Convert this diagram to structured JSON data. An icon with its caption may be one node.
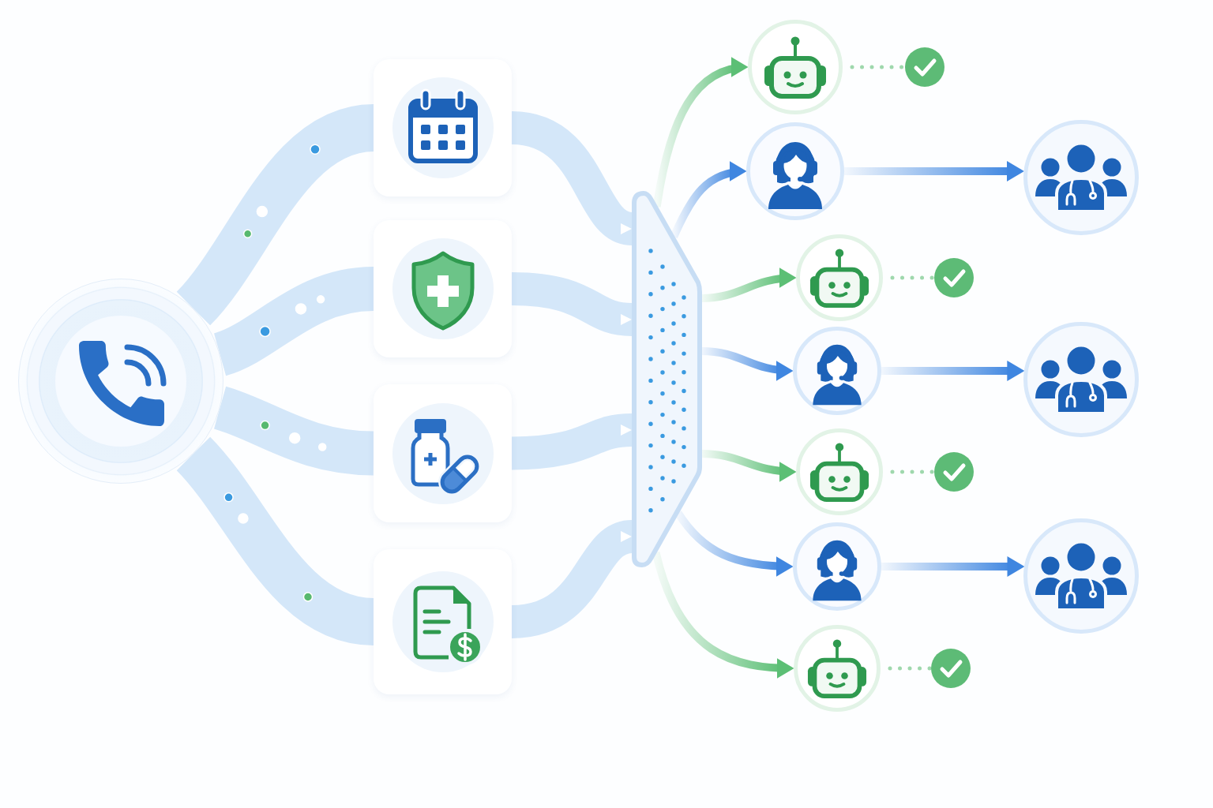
{
  "diagram": {
    "nodes": [
      {
        "text": [],
        "shape": "circle"
      },
      {
        "text": [],
        "shape": "box"
      },
      {
        "text": [],
        "shape": "box"
      },
      {
        "text": [],
        "shape": "box"
      },
      {
        "text": [],
        "shape": "box"
      },
      {
        "text": [],
        "shape": "bar"
      },
      {
        "text": [],
        "shape": "circle"
      },
      {
        "text": [],
        "shape": "circle"
      },
      {
        "text": [],
        "shape": "circle"
      },
      {
        "text": [],
        "shape": "circle"
      },
      {
        "text": [],
        "shape": "circle"
      },
      {
        "text": [],
        "shape": "circle"
      },
      {
        "text": [],
        "shape": "circle"
      },
      {
        "text": [],
        "shape": "circle"
      },
      {
        "text": [],
        "shape": "circle"
      },
      {
        "text": [],
        "shape": "circle"
      },
      {
        "text": [],
        "shape": "circle"
      },
      {
        "text": [],
        "shape": "circle"
      },
      {
        "text": [],
        "shape": "circle"
      },
      {
        "text": [],
        "shape": "circle"
      }
    ],
    "edges": [
      {
        "from": 0,
        "to": 1,
        "arrow": "none",
        "color": "#d4e7f9"
      },
      {
        "from": 0,
        "to": 2,
        "arrow": "none",
        "color": "#d4e7f9"
      },
      {
        "from": 0,
        "to": 3,
        "arrow": "none",
        "color": "#d4e7f9"
      },
      {
        "from": 0,
        "to": 4,
        "arrow": "none",
        "color": "#d4e7f9"
      },
      {
        "from": 1,
        "to": 5,
        "arrow": "to",
        "color": "#d4e7f9"
      },
      {
        "from": 2,
        "to": 5,
        "arrow": "to",
        "color": "#d4e7f9"
      },
      {
        "from": 3,
        "to": 5,
        "arrow": "to",
        "color": "#d4e7f9"
      },
      {
        "from": 4,
        "to": 5,
        "arrow": "to",
        "color": "#d4e7f9"
      },
      {
        "from": 5,
        "to": 6,
        "arrow": "to",
        "color": "#5cbf75"
      },
      {
        "from": 5,
        "to": 8,
        "arrow": "to"
      },
      {
        "from": 5,
        "to": 10,
        "arrow": "to",
        "color": "#5cbf75"
      },
      {
        "from": 5,
        "to": 12,
        "arrow": "to"
      },
      {
        "from": 5,
        "to": 14,
        "arrow": "to",
        "color": "#5cbf75"
      },
      {
        "from": 5,
        "to": 16,
        "arrow": "to"
      },
      {
        "from": 5,
        "to": 18,
        "arrow": "to",
        "color": "#5cbf75"
      },
      {
        "from": 6,
        "to": 7,
        "arrow": "none",
        "style": "dashed",
        "color": "#9fd8ad"
      },
      {
        "from": 8,
        "to": 9,
        "arrow": "to"
      },
      {
        "from": 10,
        "to": 11,
        "arrow": "none",
        "style": "dashed",
        "color": "#9fd8ad"
      },
      {
        "from": 12,
        "to": 13,
        "arrow": "to"
      },
      {
        "from": 14,
        "to": 15,
        "arrow": "none",
        "style": "dashed",
        "color": "#9fd8ad"
      },
      {
        "from": 16,
        "to": 17,
        "arrow": "to"
      },
      {
        "from": 18,
        "to": 19,
        "arrow": "none",
        "style": "dashed",
        "color": "#9fd8ad"
      }
    ]
  }
}
